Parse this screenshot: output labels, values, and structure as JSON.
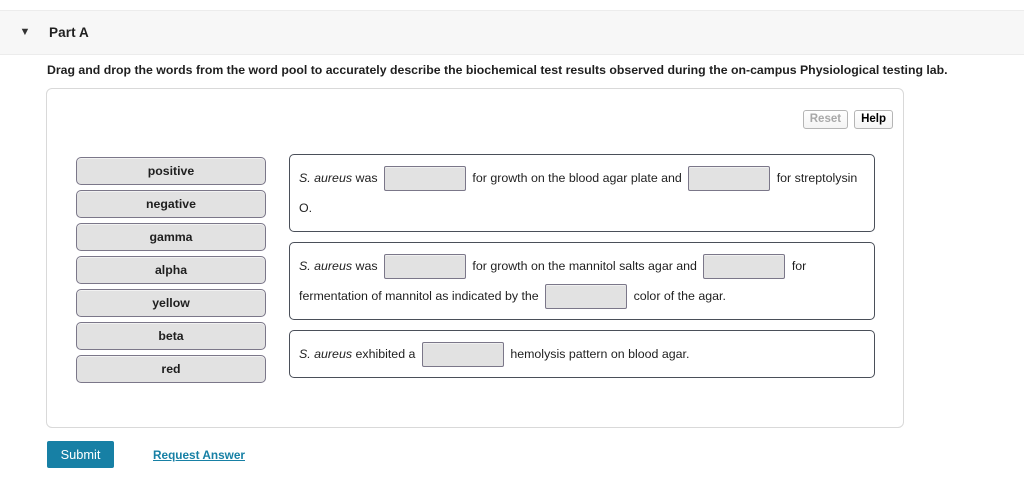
{
  "header": {
    "caret_icon": "chevron-down-icon",
    "caret_glyph": "▼",
    "title": "Part A"
  },
  "instruction": "Drag and drop the words from the word pool to accurately describe the biochemical test results observed during the on-campus Physiological testing lab.",
  "toolbar": {
    "reset_label": "Reset",
    "help_label": "Help"
  },
  "word_pool": {
    "items": [
      {
        "label": "positive"
      },
      {
        "label": "negative"
      },
      {
        "label": "gamma"
      },
      {
        "label": "alpha"
      },
      {
        "label": "yellow"
      },
      {
        "label": "beta"
      },
      {
        "label": "red"
      }
    ]
  },
  "sentences": [
    {
      "id": "sentence-blood-agar",
      "parts": [
        {
          "type": "italic",
          "text": "S. aureus"
        },
        {
          "type": "text",
          "text": " was "
        },
        {
          "type": "blank"
        },
        {
          "type": "text",
          "text": " for growth on the blood agar plate and "
        },
        {
          "type": "blank"
        },
        {
          "type": "text",
          "text": " for streptolysin O."
        }
      ]
    },
    {
      "id": "sentence-mannitol",
      "parts": [
        {
          "type": "italic",
          "text": "S. aureus"
        },
        {
          "type": "text",
          "text": " was "
        },
        {
          "type": "blank"
        },
        {
          "type": "text",
          "text": " for growth on the mannitol salts agar and "
        },
        {
          "type": "blank"
        },
        {
          "type": "text",
          "text": " for fermentation of mannitol as indicated by the "
        },
        {
          "type": "blank"
        },
        {
          "type": "text",
          "text": " color of the agar."
        }
      ]
    },
    {
      "id": "sentence-hemolysis",
      "parts": [
        {
          "type": "italic",
          "text": "S. aureus"
        },
        {
          "type": "text",
          "text": " exhibited a "
        },
        {
          "type": "blank"
        },
        {
          "type": "text",
          "text": " hemolysis pattern on blood agar."
        }
      ]
    }
  ],
  "footer": {
    "submit_label": "Submit",
    "request_answer_label": "Request Answer"
  },
  "colors": {
    "accent": "#1780a5",
    "header_bg": "#f7f7f7",
    "chip_bg": "#e2e2e2",
    "chip_border": "#7b7789",
    "sentence_border": "#4a4f59",
    "panel_border": "#d9d9d9"
  }
}
